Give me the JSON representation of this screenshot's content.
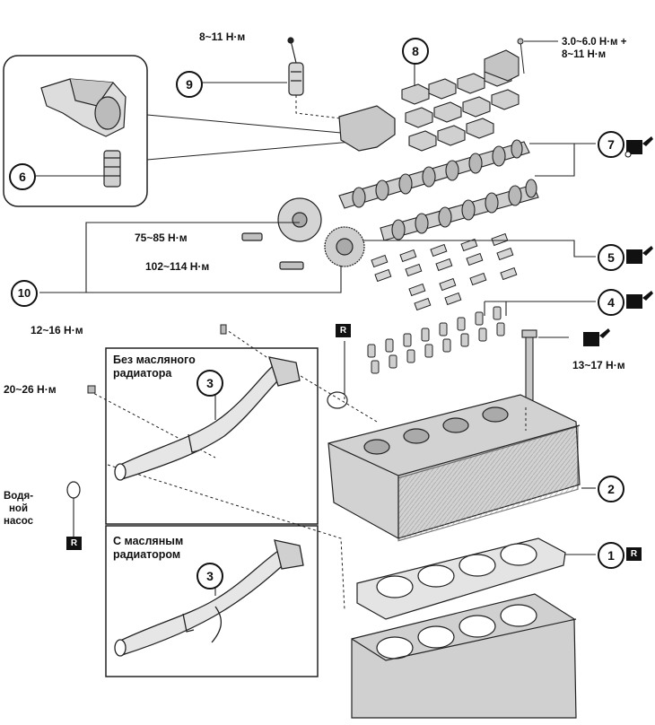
{
  "torques": {
    "oil_control_valve": "8~11 Н·м",
    "cam_cap_bolt": "3.0~6.0 Н·м +\n8~11 Н·м",
    "exhaust_sprocket_bolt": "75~85 Н·м",
    "intake_actuator_bolt": "102~114 Н·м",
    "water_pipe_bolt": "12~16 Н·м",
    "water_pipe_bracket_bolt": "20~26 Н·м",
    "head_bolt": "13~17 Н·м"
  },
  "callouts": [
    "1",
    "2",
    "3",
    "3",
    "4",
    "5",
    "6",
    "7",
    "8",
    "9",
    "10"
  ],
  "replace_marker": "R",
  "variants": {
    "without_cooler": "Без масляного\nрадиатора",
    "with_cooler": "С масляным\nрадиатором"
  },
  "water_pump_label": "Водя-\nной\nнасос",
  "icon_names": [
    "oil-can-icon",
    "replace-marker-icon"
  ]
}
